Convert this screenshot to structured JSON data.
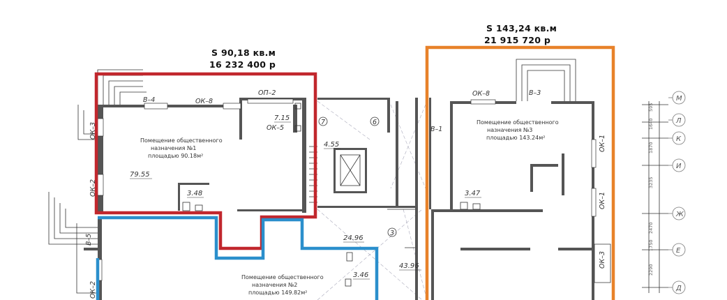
{
  "premises": [
    {
      "area_caption": "S 90,18 кв.м",
      "price_caption": "16 232 400 р",
      "title_line1": "Помещение общественного",
      "title_line2": "назначения №1",
      "title_line3": "площадью 90.18м²",
      "highlight_color": "#c1272d"
    },
    {
      "title_line1": "Помещение общественного",
      "title_line2": "назначения №2",
      "title_line3": "площадью 149.82м²",
      "highlight_color": "#2b8fcc"
    },
    {
      "area_caption": "S 143,24 кв.м",
      "price_caption": "21 915 720 р",
      "title_line1": "Помещение общественного",
      "title_line2": "назначения №3",
      "title_line3": "площадью 143.24м²",
      "highlight_color": "#e8822a"
    }
  ],
  "window_tags": {
    "v4": "В–4",
    "ok8_a": "ОК–8",
    "op2": "ОП–2",
    "ok5": "ОК–5",
    "ok3_a": "ОК–3",
    "ok2_a": "ОК–2",
    "v5": "В–5",
    "ok2_b": "ОК–2",
    "ok8_b": "ОК–8",
    "v3": "В–3",
    "v1": "В–1",
    "ok1_a": "ОК–1",
    "ok1_b": "ОК–1",
    "ok3_b": "ОК–3"
  },
  "room_areas": {
    "a1": "79.55",
    "a2": "7.15",
    "a3": "3.48",
    "a4": "4.55",
    "a5": "24.96",
    "a6": "3.46",
    "a7": "43.96",
    "a8": "3.47"
  },
  "room_numbers": {
    "n7": "7",
    "n6": "6",
    "n3": "3"
  },
  "axes": [
    "М",
    "Л",
    "К",
    "И",
    "Ж",
    "Е",
    "Д"
  ],
  "dimensions": [
    "595",
    "1640",
    "1870",
    "3235",
    "2470",
    "1750",
    "2290"
  ]
}
